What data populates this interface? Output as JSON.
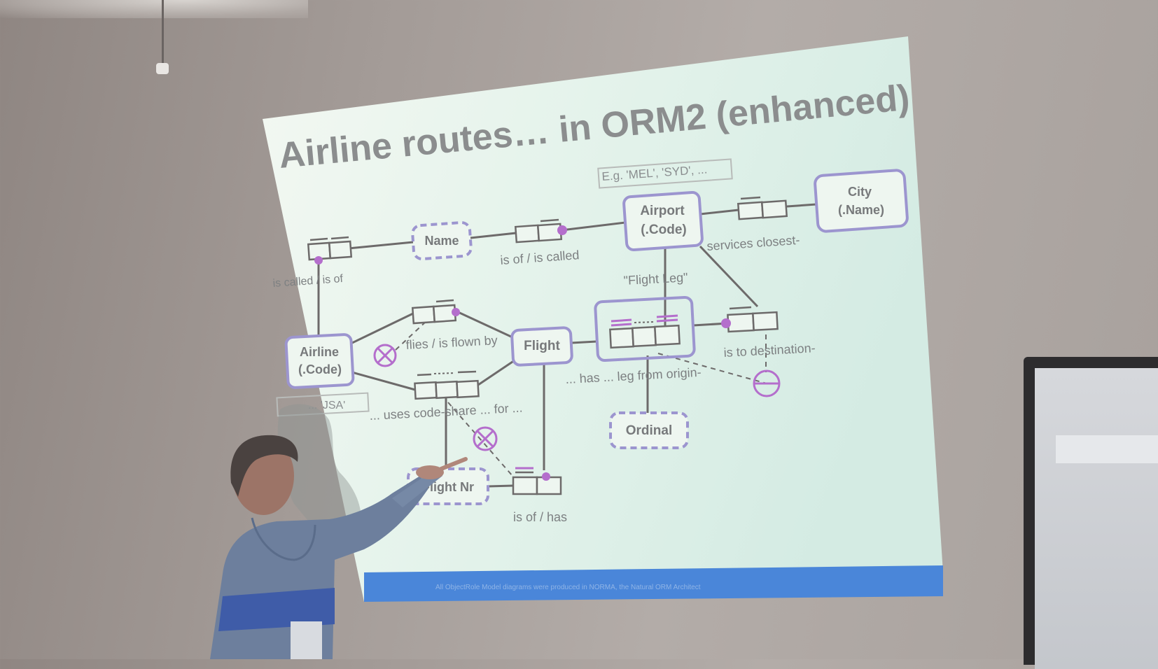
{
  "slide": {
    "title": "Airline routes… in ORM2 (enhanced)",
    "footer": "All ObjectRole Model diagrams were produced in NORMA, the Natural ORM Architect"
  },
  "entities": {
    "airport": [
      "Airport",
      "(.Code)"
    ],
    "city": [
      "City",
      "(.Name)"
    ],
    "airline": [
      "Airline",
      "(.Code)"
    ],
    "flight": "Flight"
  },
  "value_types": {
    "name": "Name",
    "ordinal": "Ordinal",
    "flight_nr": "Flight Nr"
  },
  "notes": {
    "airport_examples": "E.g. 'MEL', 'SYD', ...",
    "airline_examples": "... 'JSA'"
  },
  "roles": {
    "airline_name": "is called / is of",
    "airport_name": "is of / is called",
    "services": "services closest-",
    "flight_leg": "\"Flight Leg\"",
    "flies": "flies / is flown by",
    "destination": "is to destination-",
    "has_leg": "... has ... leg from origin-",
    "code_share": "... uses code-share ... for ...",
    "flight_nr": "is of / has"
  },
  "colors": {
    "screen": "#dcf0e6",
    "shape_stroke": "#9c95cf",
    "connector": "#6d6a6a",
    "mandatory_dot": "#b46ecc",
    "footer_band": "#4a86d9"
  }
}
